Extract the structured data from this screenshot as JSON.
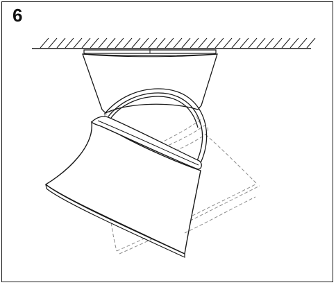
{
  "figure": {
    "step_number": "6",
    "line_color": "#1a1a1a",
    "ghost_color": "#8c8c8c",
    "fill_color": "#ffffff"
  },
  "parts": [
    {
      "name": "ceiling-surface",
      "icon": "hatched-ceiling"
    },
    {
      "name": "ceiling-mount-base",
      "icon": "truncated-cone"
    },
    {
      "name": "swivel-bracket",
      "icon": "arc-bracket"
    },
    {
      "name": "lamp-shade",
      "icon": "flared-shade",
      "state": "tilted"
    },
    {
      "name": "lamp-shade-ghost",
      "icon": "flared-shade-dashed",
      "state": "alternate-position"
    }
  ]
}
